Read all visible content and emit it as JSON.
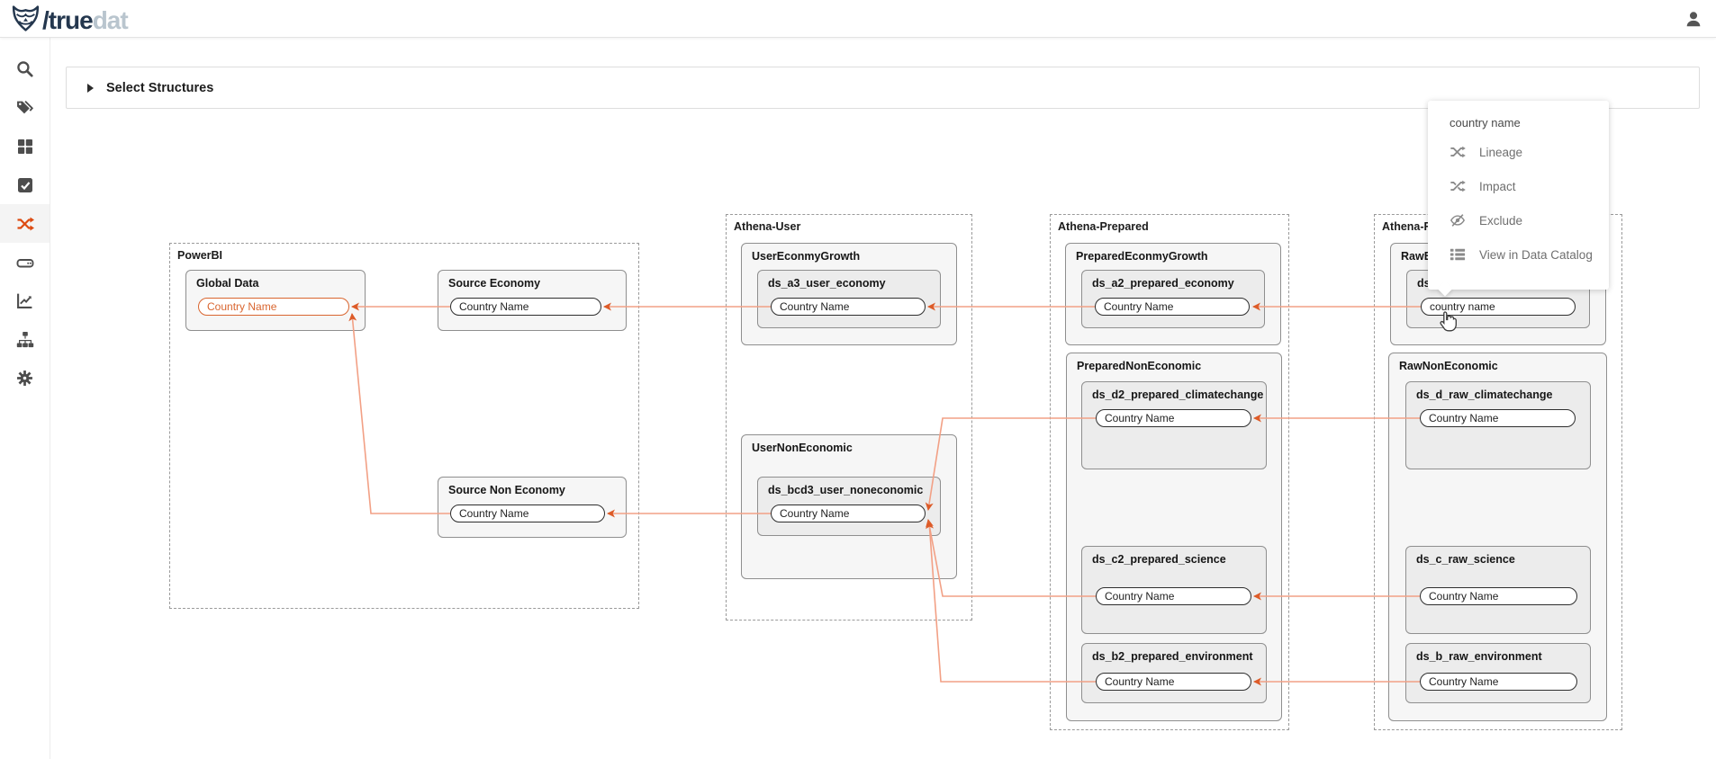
{
  "header": {
    "logo_primary": "/true",
    "logo_secondary": "dat",
    "icons": [
      "owl-logo-icon",
      "user-icon"
    ]
  },
  "sidebar": {
    "items": [
      {
        "icon": "search-icon",
        "active": false
      },
      {
        "icon": "tags-icon",
        "active": false
      },
      {
        "icon": "grid-icon",
        "active": false
      },
      {
        "icon": "check-square-icon",
        "active": false
      },
      {
        "icon": "shuffle-lineage-icon",
        "active": true
      },
      {
        "icon": "drive-icon",
        "active": false
      },
      {
        "icon": "chart-line-icon",
        "active": false
      },
      {
        "icon": "sitemap-icon",
        "active": false
      },
      {
        "icon": "gear-icon",
        "active": false
      }
    ]
  },
  "panel": {
    "select_structures_label": "Select Structures"
  },
  "context_menu": {
    "title": "country name",
    "items": [
      {
        "icon": "lineage-icon",
        "label": "Lineage"
      },
      {
        "icon": "impact-icon",
        "label": "Impact"
      },
      {
        "icon": "eye-slash-icon",
        "label": "Exclude"
      },
      {
        "icon": "list-icon",
        "label": "View in Data Catalog"
      }
    ]
  },
  "diagram": {
    "groups": [
      {
        "label": "PowerBI",
        "nodes": [
          {
            "title": "Global Data",
            "field": "Country Name",
            "state": "selected"
          },
          {
            "title": "Source Economy",
            "field": "Country Name"
          },
          {
            "title": "Source Non Economy",
            "field": "Country Name"
          }
        ]
      },
      {
        "label": "Athena-User",
        "nodes": [
          {
            "title": "UserEconmyGrowth",
            "sub": {
              "title": "ds_a3_user_economy",
              "field": "Country Name"
            }
          },
          {
            "title": "UserNonEconomic",
            "sub": {
              "title": "ds_bcd3_user_noneconomic",
              "field": "Country Name"
            }
          }
        ]
      },
      {
        "label": "Athena-Prepared",
        "nodes": [
          {
            "title": "PreparedEconmyGrowth",
            "sub": {
              "title": "ds_a2_prepared_economy",
              "field": "Country Name"
            }
          },
          {
            "title": "PreparedNonEconomic",
            "subs": [
              {
                "title": "ds_d2_prepared_climatechange",
                "field": "Country Name"
              },
              {
                "title": "ds_c2_prepared_science",
                "field": "Country Name"
              },
              {
                "title": "ds_b2_prepared_environment",
                "field": "Country Name"
              }
            ]
          }
        ]
      },
      {
        "label": "Athena-Raw",
        "nodes": [
          {
            "title": "RawEconmyGrowth",
            "sub": {
              "title": "ds_a_raw_economy",
              "field": "country name",
              "state": "hovered"
            }
          },
          {
            "title": "RawNonEconomic",
            "subs": [
              {
                "title": "ds_d_raw_climatechange",
                "field": "Country Name"
              },
              {
                "title": "ds_c_raw_science",
                "field": "Country Name"
              },
              {
                "title": "ds_b_raw_environment",
                "field": "Country Name"
              }
            ]
          }
        ]
      }
    ],
    "connections": [
      {
        "from": "ds_a_raw_economy.country name",
        "to": "ds_a2_prepared_economy.Country Name"
      },
      {
        "from": "ds_a2_prepared_economy.Country Name",
        "to": "ds_a3_user_economy.Country Name"
      },
      {
        "from": "ds_a3_user_economy.Country Name",
        "to": "Source Economy.Country Name"
      },
      {
        "from": "Source Economy.Country Name",
        "to": "Global Data.Country Name"
      },
      {
        "from": "ds_d_raw_climatechange.Country Name",
        "to": "ds_d2_prepared_climatechange.Country Name"
      },
      {
        "from": "ds_c_raw_science.Country Name",
        "to": "ds_c2_prepared_science.Country Name"
      },
      {
        "from": "ds_b_raw_environment.Country Name",
        "to": "ds_b2_prepared_environment.Country Name"
      },
      {
        "from": "ds_d2_prepared_climatechange.Country Name",
        "to": "ds_bcd3_user_noneconomic.Country Name"
      },
      {
        "from": "ds_c2_prepared_science.Country Name",
        "to": "ds_bcd3_user_noneconomic.Country Name"
      },
      {
        "from": "ds_b2_prepared_environment.Country Name",
        "to": "ds_bcd3_user_noneconomic.Country Name"
      },
      {
        "from": "ds_bcd3_user_noneconomic.Country Name",
        "to": "Source Non Economy.Country Name"
      },
      {
        "from": "Source Non Economy.Country Name",
        "to": "Global Data.Country Name"
      }
    ]
  },
  "colors": {
    "accent_orange": "#dd5b28",
    "wire_orange": "#f2a085",
    "selected_orange": "#d9652f",
    "logo_navy": "#24374e",
    "logo_gray": "#b9c5ce",
    "icon_gray": "#4d4d4d"
  }
}
